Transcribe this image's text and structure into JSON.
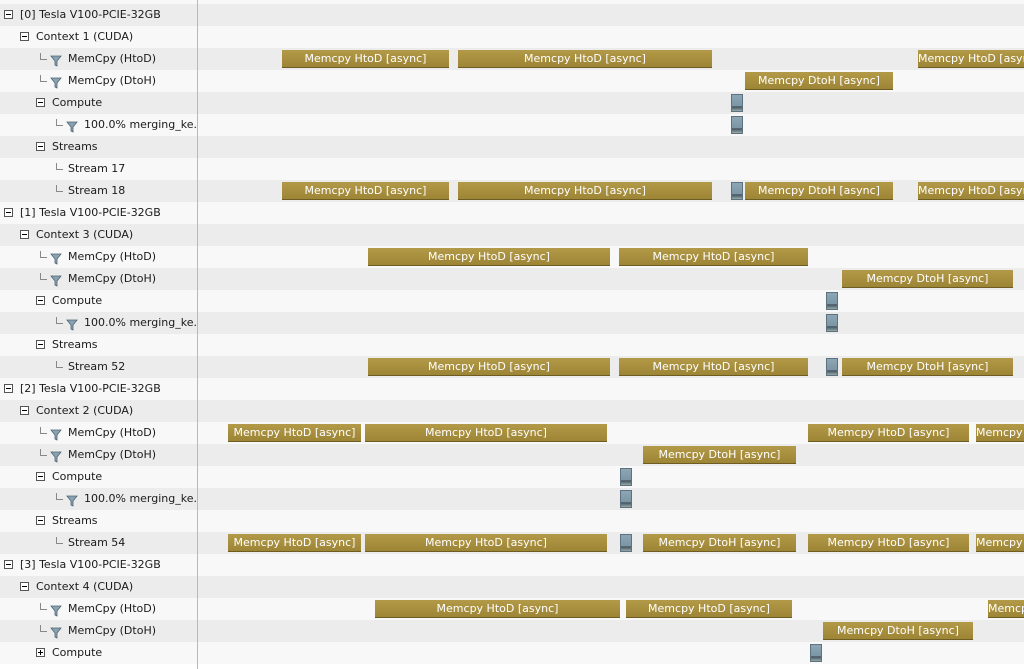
{
  "tree": [
    {
      "label": "[0] Tesla V100-PCIE-32GB",
      "type": "toggle",
      "state": "expanded",
      "level": 0,
      "name": "device-0"
    },
    {
      "label": "Context 1 (CUDA)",
      "type": "toggle",
      "state": "expanded",
      "level": 1,
      "name": "context-1"
    },
    {
      "label": "MemCpy (HtoD)",
      "type": "filter",
      "level": 2,
      "name": "memcpy-htod-row"
    },
    {
      "label": "MemCpy (DtoH)",
      "type": "filter",
      "level": 2,
      "name": "memcpy-dtoh-row"
    },
    {
      "label": "Compute",
      "type": "toggle",
      "state": "expanded",
      "level": 2,
      "name": "compute-row"
    },
    {
      "label": "100.0% merging_ke...",
      "type": "filter",
      "level": 3,
      "name": "kernel-row"
    },
    {
      "label": "Streams",
      "type": "toggle",
      "state": "expanded",
      "level": 2,
      "name": "streams-row"
    },
    {
      "label": "Stream 17",
      "type": "leaf",
      "level": 3,
      "name": "stream-17"
    },
    {
      "label": "Stream 18",
      "type": "leaf",
      "level": 3,
      "name": "stream-18"
    },
    {
      "label": "[1] Tesla V100-PCIE-32GB",
      "type": "toggle",
      "state": "expanded",
      "level": 0,
      "name": "device-1"
    },
    {
      "label": "Context 3 (CUDA)",
      "type": "toggle",
      "state": "expanded",
      "level": 1,
      "name": "context-3"
    },
    {
      "label": "MemCpy (HtoD)",
      "type": "filter",
      "level": 2,
      "name": "memcpy-htod-row"
    },
    {
      "label": "MemCpy (DtoH)",
      "type": "filter",
      "level": 2,
      "name": "memcpy-dtoh-row"
    },
    {
      "label": "Compute",
      "type": "toggle",
      "state": "expanded",
      "level": 2,
      "name": "compute-row"
    },
    {
      "label": "100.0% merging_ke...",
      "type": "filter",
      "level": 3,
      "name": "kernel-row"
    },
    {
      "label": "Streams",
      "type": "toggle",
      "state": "expanded",
      "level": 2,
      "name": "streams-row"
    },
    {
      "label": "Stream 52",
      "type": "leaf",
      "level": 3,
      "name": "stream-52"
    },
    {
      "label": "[2] Tesla V100-PCIE-32GB",
      "type": "toggle",
      "state": "expanded",
      "level": 0,
      "name": "device-2"
    },
    {
      "label": "Context 2 (CUDA)",
      "type": "toggle",
      "state": "expanded",
      "level": 1,
      "name": "context-2"
    },
    {
      "label": "MemCpy (HtoD)",
      "type": "filter",
      "level": 2,
      "name": "memcpy-htod-row"
    },
    {
      "label": "MemCpy (DtoH)",
      "type": "filter",
      "level": 2,
      "name": "memcpy-dtoh-row"
    },
    {
      "label": "Compute",
      "type": "toggle",
      "state": "expanded",
      "level": 2,
      "name": "compute-row"
    },
    {
      "label": "100.0% merging_ke...",
      "type": "filter",
      "level": 3,
      "name": "kernel-row"
    },
    {
      "label": "Streams",
      "type": "toggle",
      "state": "expanded",
      "level": 2,
      "name": "streams-row"
    },
    {
      "label": "Stream 54",
      "type": "leaf",
      "level": 3,
      "name": "stream-54"
    },
    {
      "label": "[3] Tesla V100-PCIE-32GB",
      "type": "toggle",
      "state": "expanded",
      "level": 0,
      "name": "device-3"
    },
    {
      "label": "Context 4 (CUDA)",
      "type": "toggle",
      "state": "expanded",
      "level": 1,
      "name": "context-4"
    },
    {
      "label": "MemCpy (HtoD)",
      "type": "filter",
      "level": 2,
      "name": "memcpy-htod-row"
    },
    {
      "label": "MemCpy (DtoH)",
      "type": "filter",
      "level": 2,
      "name": "memcpy-dtoh-row"
    },
    {
      "label": "Compute",
      "type": "toggle",
      "state": "collapsed",
      "level": 2,
      "name": "compute-row"
    }
  ],
  "labels": {
    "htod": "Memcpy HtoD [async]",
    "dtoh": "Memcpy DtoH [async]"
  },
  "colors": {
    "memcpy_bar": "#a98f3f",
    "kernel_bar": "#7e98a7",
    "row_alt": "#ececec",
    "row_plain": "#f8f8f8"
  }
}
